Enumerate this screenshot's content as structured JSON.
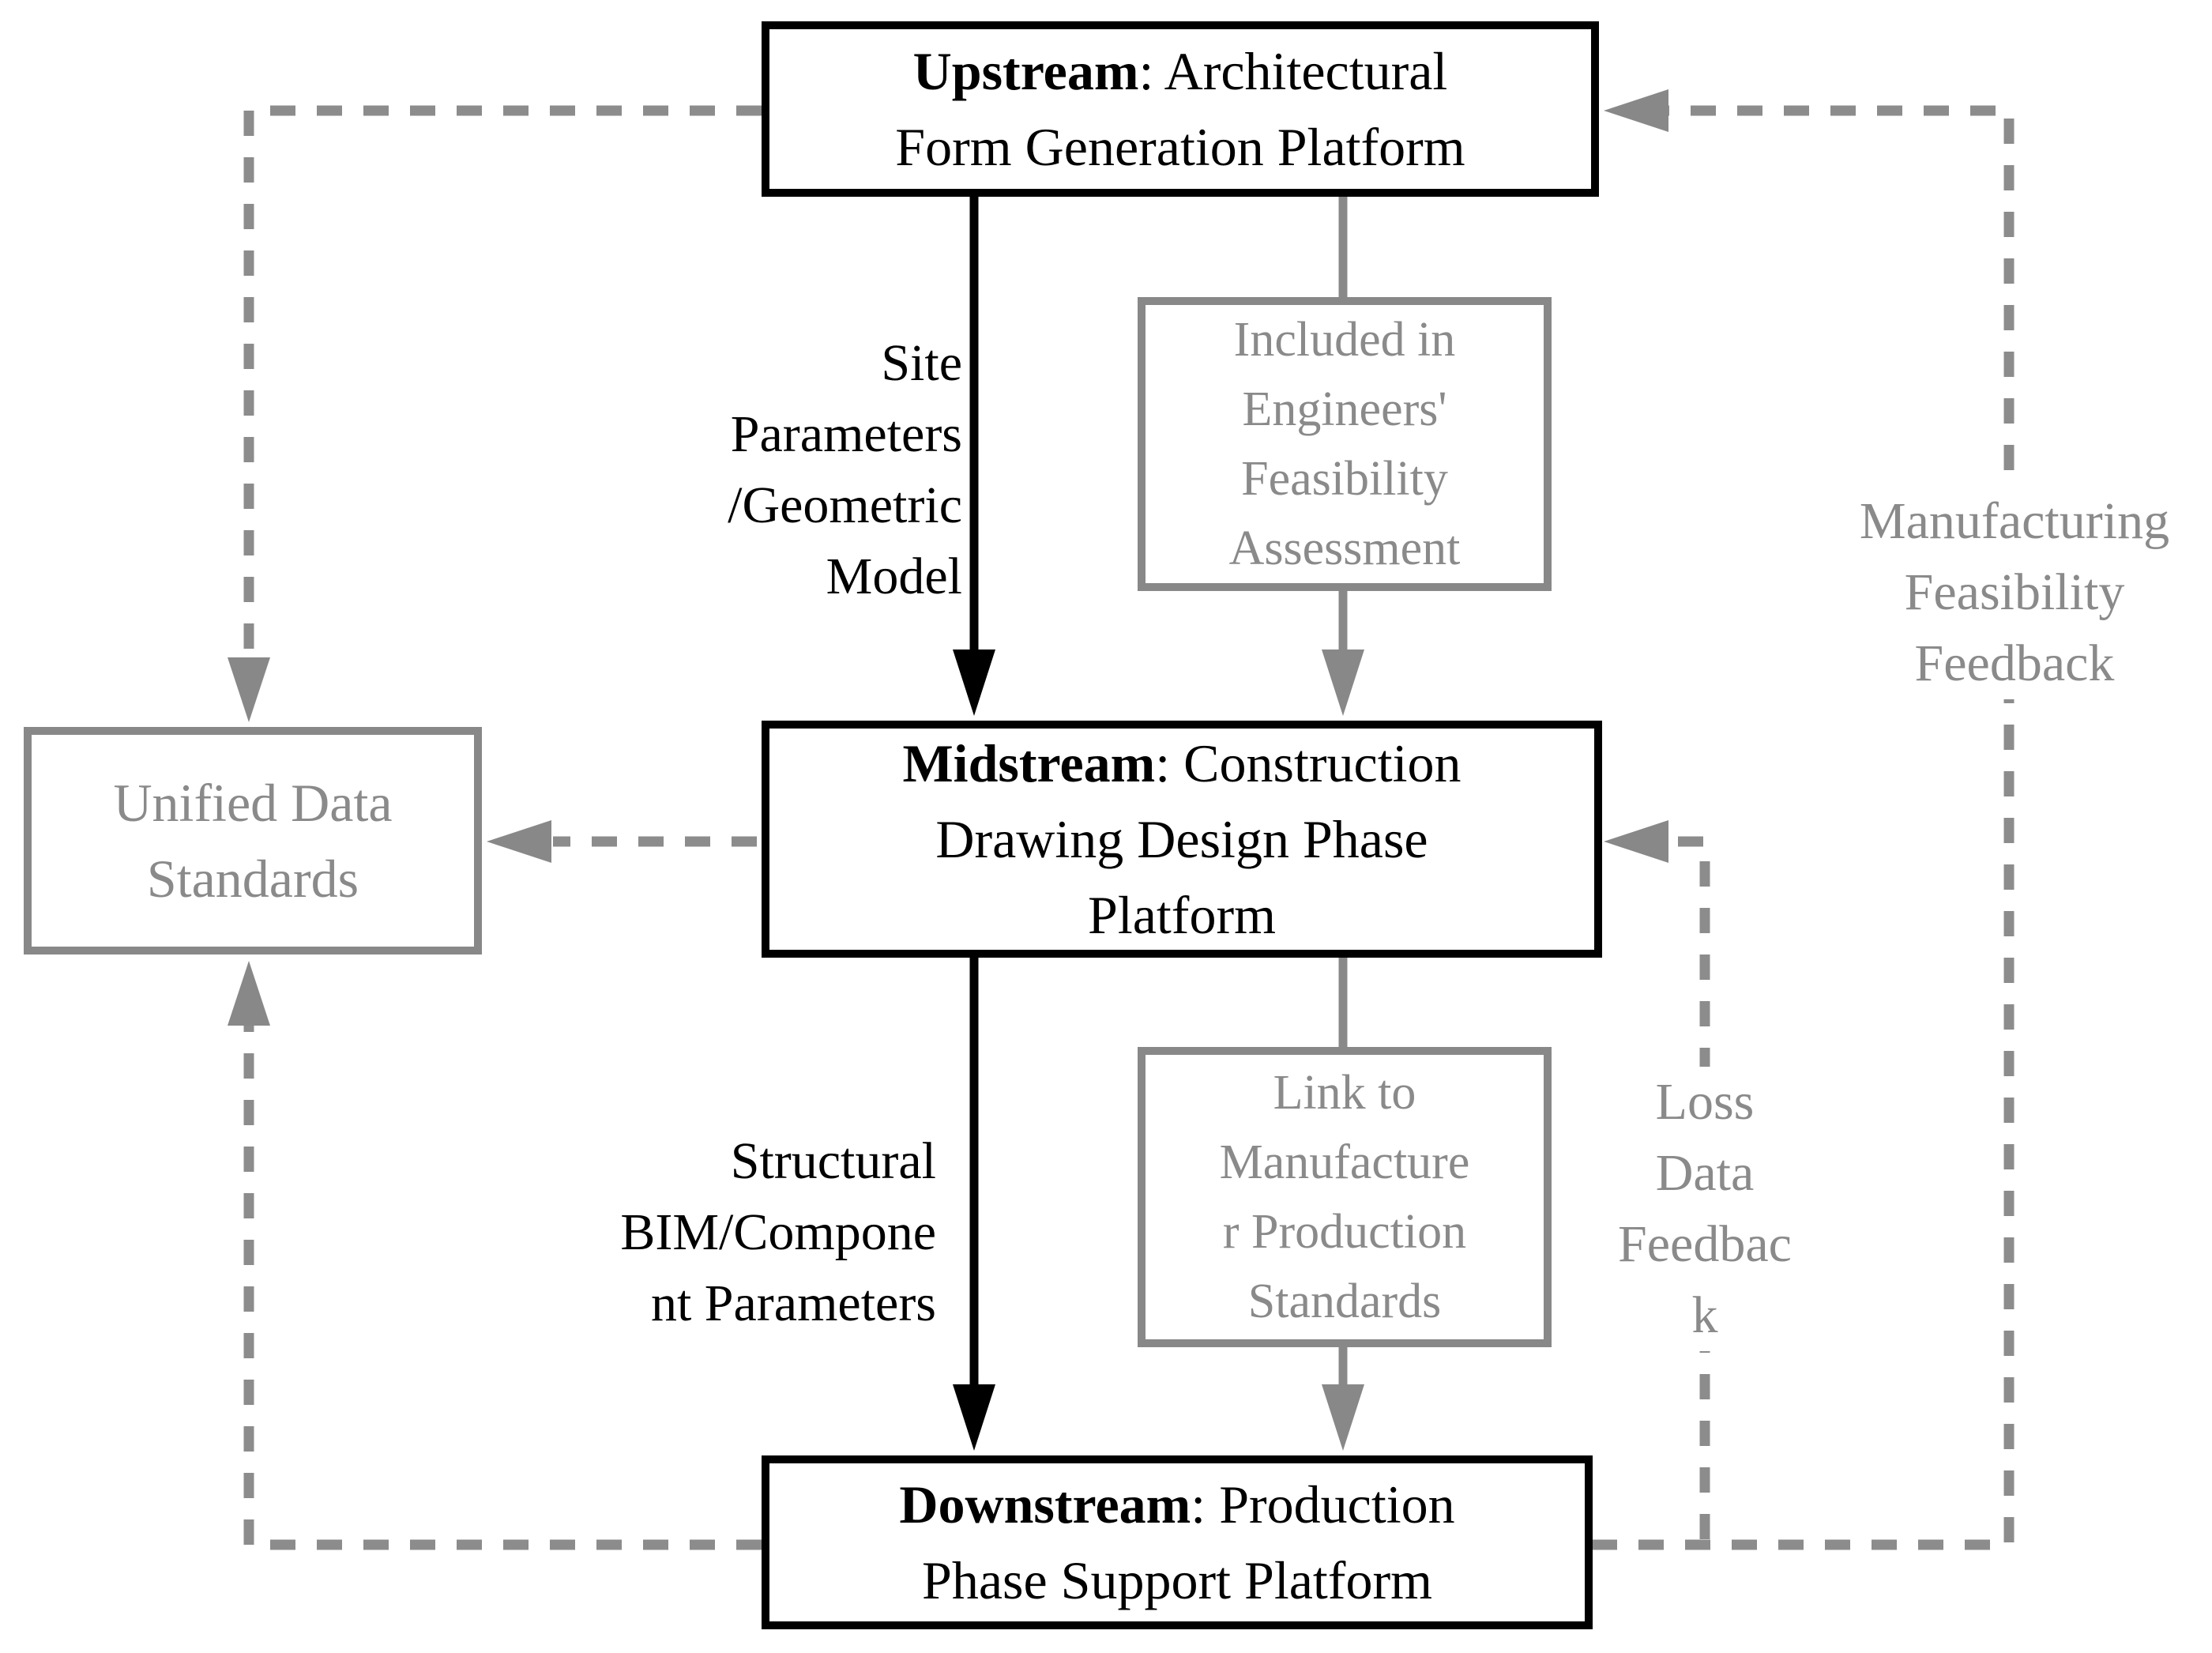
{
  "colors": {
    "black": "#000000",
    "gray": "#888888",
    "gray-text": "#8a8a8a",
    "bg": "#ffffff"
  },
  "boxes": {
    "upstream": {
      "bold": "Upstream",
      "after_bold": ": Architectural",
      "line2": "Form Generation Platform"
    },
    "midstream": {
      "bold": "Midstream",
      "after_bold": ": Construction",
      "line2": "Drawing Design Phase",
      "line3": "Platform"
    },
    "downstream": {
      "bold": "Downstream",
      "after_bold": ": Production",
      "line2": "Phase Support Platform"
    },
    "unified": {
      "line1": "Unified Data",
      "line2": "Standards"
    },
    "included": {
      "line1": "Included in",
      "line2": "Engineers'",
      "line3": "Feasibility",
      "line4": "Assessment"
    },
    "link": {
      "line1": "Link to",
      "line2": "Manufacture",
      "line3": "r Production",
      "line4": "Standards"
    }
  },
  "edge_labels": {
    "site": {
      "line1": "Site",
      "line2": "Parameters",
      "line3": "/Geometric",
      "line4": "Model"
    },
    "structural": {
      "line1": "Structural",
      "line2": "BIM/Compone",
      "line3": "nt Parameters"
    },
    "manufacturing": {
      "line1": "Manufacturing",
      "line2": "Feasibility",
      "line3": "Feedback"
    },
    "loss": {
      "line1": "Loss",
      "line2": "Data",
      "line3": "Feedbac",
      "line4": "k"
    }
  }
}
